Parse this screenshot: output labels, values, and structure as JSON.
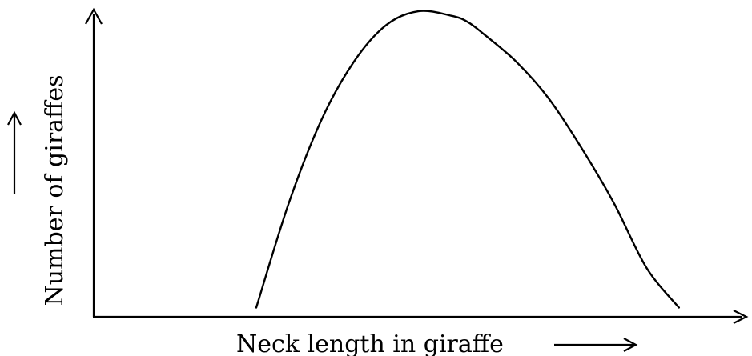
{
  "chart_data": {
    "type": "line",
    "xlabel": "Neck length in giraffe",
    "ylabel": "Number of giraffes",
    "xlim": [
      0,
      100
    ],
    "ylim": [
      0,
      100
    ],
    "grid": false,
    "legend": "none",
    "series": [
      {
        "x": [
          25,
          30,
          35,
          40,
          45,
          50,
          55,
          57.5,
          60,
          65,
          70,
          75,
          80,
          85,
          90
        ],
        "values": [
          3,
          37,
          64,
          83,
          95,
          99.5,
          98,
          96,
          92,
          83,
          71,
          55,
          37,
          16,
          3
        ]
      }
    ],
    "colors": {
      "line": "#000000",
      "axis": "#000000",
      "text": "#000000",
      "background": "#ffffff"
    }
  }
}
